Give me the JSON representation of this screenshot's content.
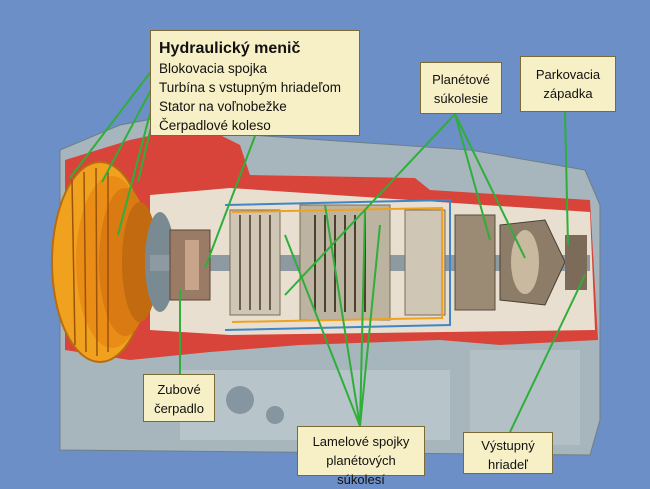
{
  "labels": {
    "hydraulic_converter": {
      "title": "Hydraulický menič",
      "items": [
        "Blokovacia spojka",
        "Turbína s vstupným hriadeľom",
        "Stator na voľnobežke",
        "Čerpadlové koleso"
      ]
    },
    "planetary_gears": [
      "Planétové",
      "súkolesie"
    ],
    "parking_pawl": [
      "Parkovacia",
      "západka"
    ],
    "gear_pump": [
      "Zubové",
      "čerpadlo"
    ],
    "multi_plate_clutches": [
      "Lamelové spojky",
      "planétových súkolesí"
    ],
    "output_shaft": [
      "Výstupný",
      "hriadeľ"
    ]
  },
  "colors": {
    "background": "#6d8fc7",
    "label_fill": "#f7efc6",
    "leader_line": "#2fae3a",
    "housing_red": "#d8433a",
    "housing_grey": "#9fb0b8",
    "converter_orange": "#f0a21f"
  }
}
